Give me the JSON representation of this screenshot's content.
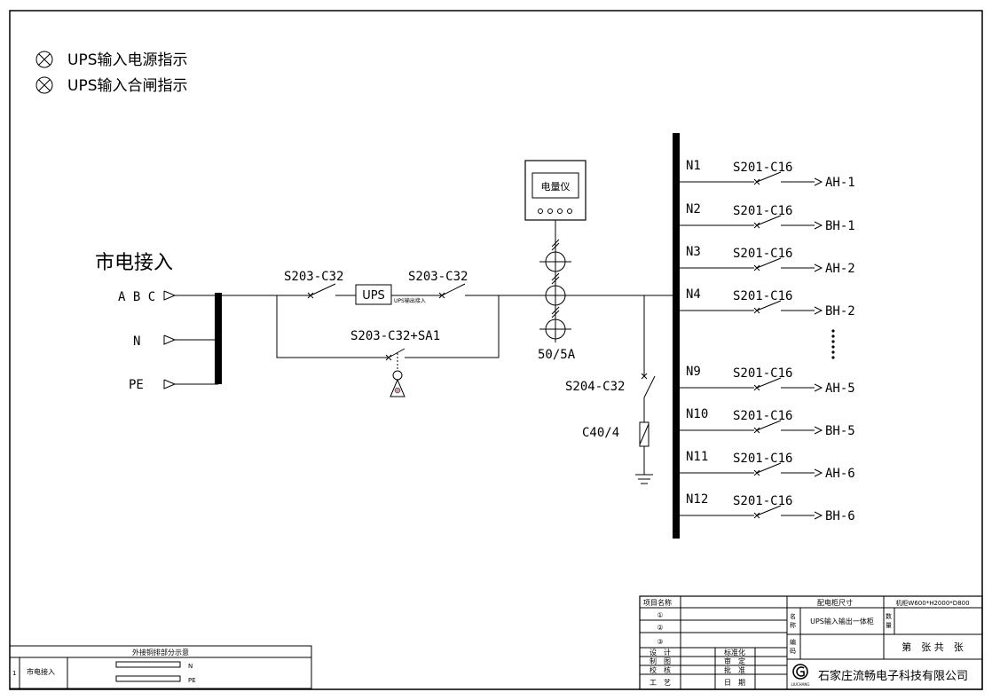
{
  "indicators": [
    {
      "label": "UPS输入电源指示"
    },
    {
      "label": "UPS输入合闸指示"
    }
  ],
  "mains": {
    "title": "市电接入",
    "phases": "A B C",
    "neutral": "N",
    "earth": "PE"
  },
  "input_branch": {
    "breaker_in": "S203-C32",
    "ups_label": "UPS",
    "ups_out_note": "UPS输出接入",
    "breaker_out": "S203-C32",
    "bypass": "S203-C32+SA1"
  },
  "meter": {
    "label": "电量仪",
    "ct_ratio": "50/5A"
  },
  "surge": {
    "breaker": "S204-C32",
    "arrester": "C40/4"
  },
  "feeders": [
    {
      "n": "N1",
      "breaker": "S201-C16",
      "load": "AH-1"
    },
    {
      "n": "N2",
      "breaker": "S201-C16",
      "load": "BH-1"
    },
    {
      "n": "N3",
      "breaker": "S201-C16",
      "load": "AH-2"
    },
    {
      "n": "N4",
      "breaker": "S201-C16",
      "load": "BH-2"
    },
    {
      "n": "N9",
      "breaker": "S201-C16",
      "load": "AH-5"
    },
    {
      "n": "N10",
      "breaker": "S201-C16",
      "load": "BH-5"
    },
    {
      "n": "N11",
      "breaker": "S201-C16",
      "load": "AH-6"
    },
    {
      "n": "N12",
      "breaker": "S201-C16",
      "load": "BH-6"
    }
  ],
  "busbar_legend": {
    "title": "外接铜排部分示意",
    "row_no": "1",
    "row_label": "市电接入",
    "n": "N",
    "pe": "PE"
  },
  "title_block": {
    "project_name": "项目名称",
    "cabinet_size_label": "配电柜尺寸",
    "cabinet_size": "机柜W600*H2000*D800",
    "circle1": "①",
    "circle2": "②",
    "circle3": "③",
    "name_label": "名称",
    "name": "UPS输入输出一体柜",
    "qty_label": "数量",
    "code_label": "编码",
    "sheet": "第　张 共　张",
    "design": "设　计",
    "standard": "标准化",
    "draw": "制　图",
    "review": "审　定",
    "check": "校　核",
    "approve": "批　准",
    "process": "工　艺",
    "date": "日　期",
    "logo_text": "LIUCHANG",
    "company": "石家庄流畅电子科技有限公司"
  }
}
